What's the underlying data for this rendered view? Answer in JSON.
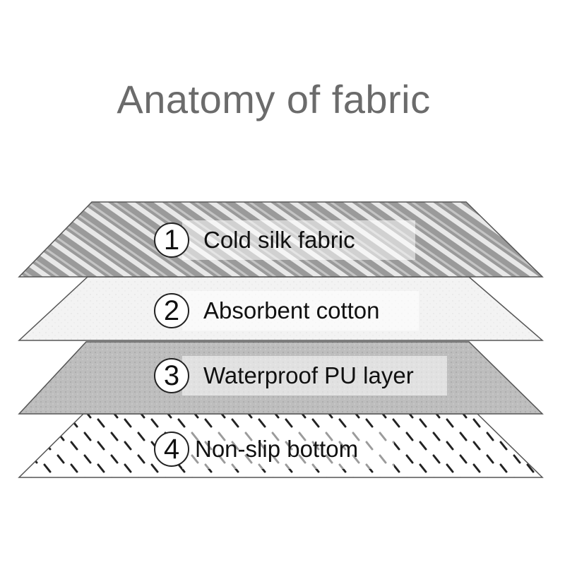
{
  "title": "Anatomy of fabric",
  "layers": [
    {
      "number": "1",
      "label": "Cold silk fabric",
      "texture": "diagonal-stripes"
    },
    {
      "number": "2",
      "label": "Absorbent cotton",
      "texture": "light-speckle"
    },
    {
      "number": "3",
      "label": "Waterproof PU layer",
      "texture": "grey-speckle"
    },
    {
      "number": "4",
      "label": "Non-slip bottom",
      "texture": "dash-dots"
    }
  ],
  "colors": {
    "title": "#6b6b6b",
    "layer_outline": "#555555",
    "silk": "#9a9a9a",
    "cotton": "#f2f2f2",
    "pu": "#b9b9b9",
    "nonslip": "#ffffff"
  }
}
